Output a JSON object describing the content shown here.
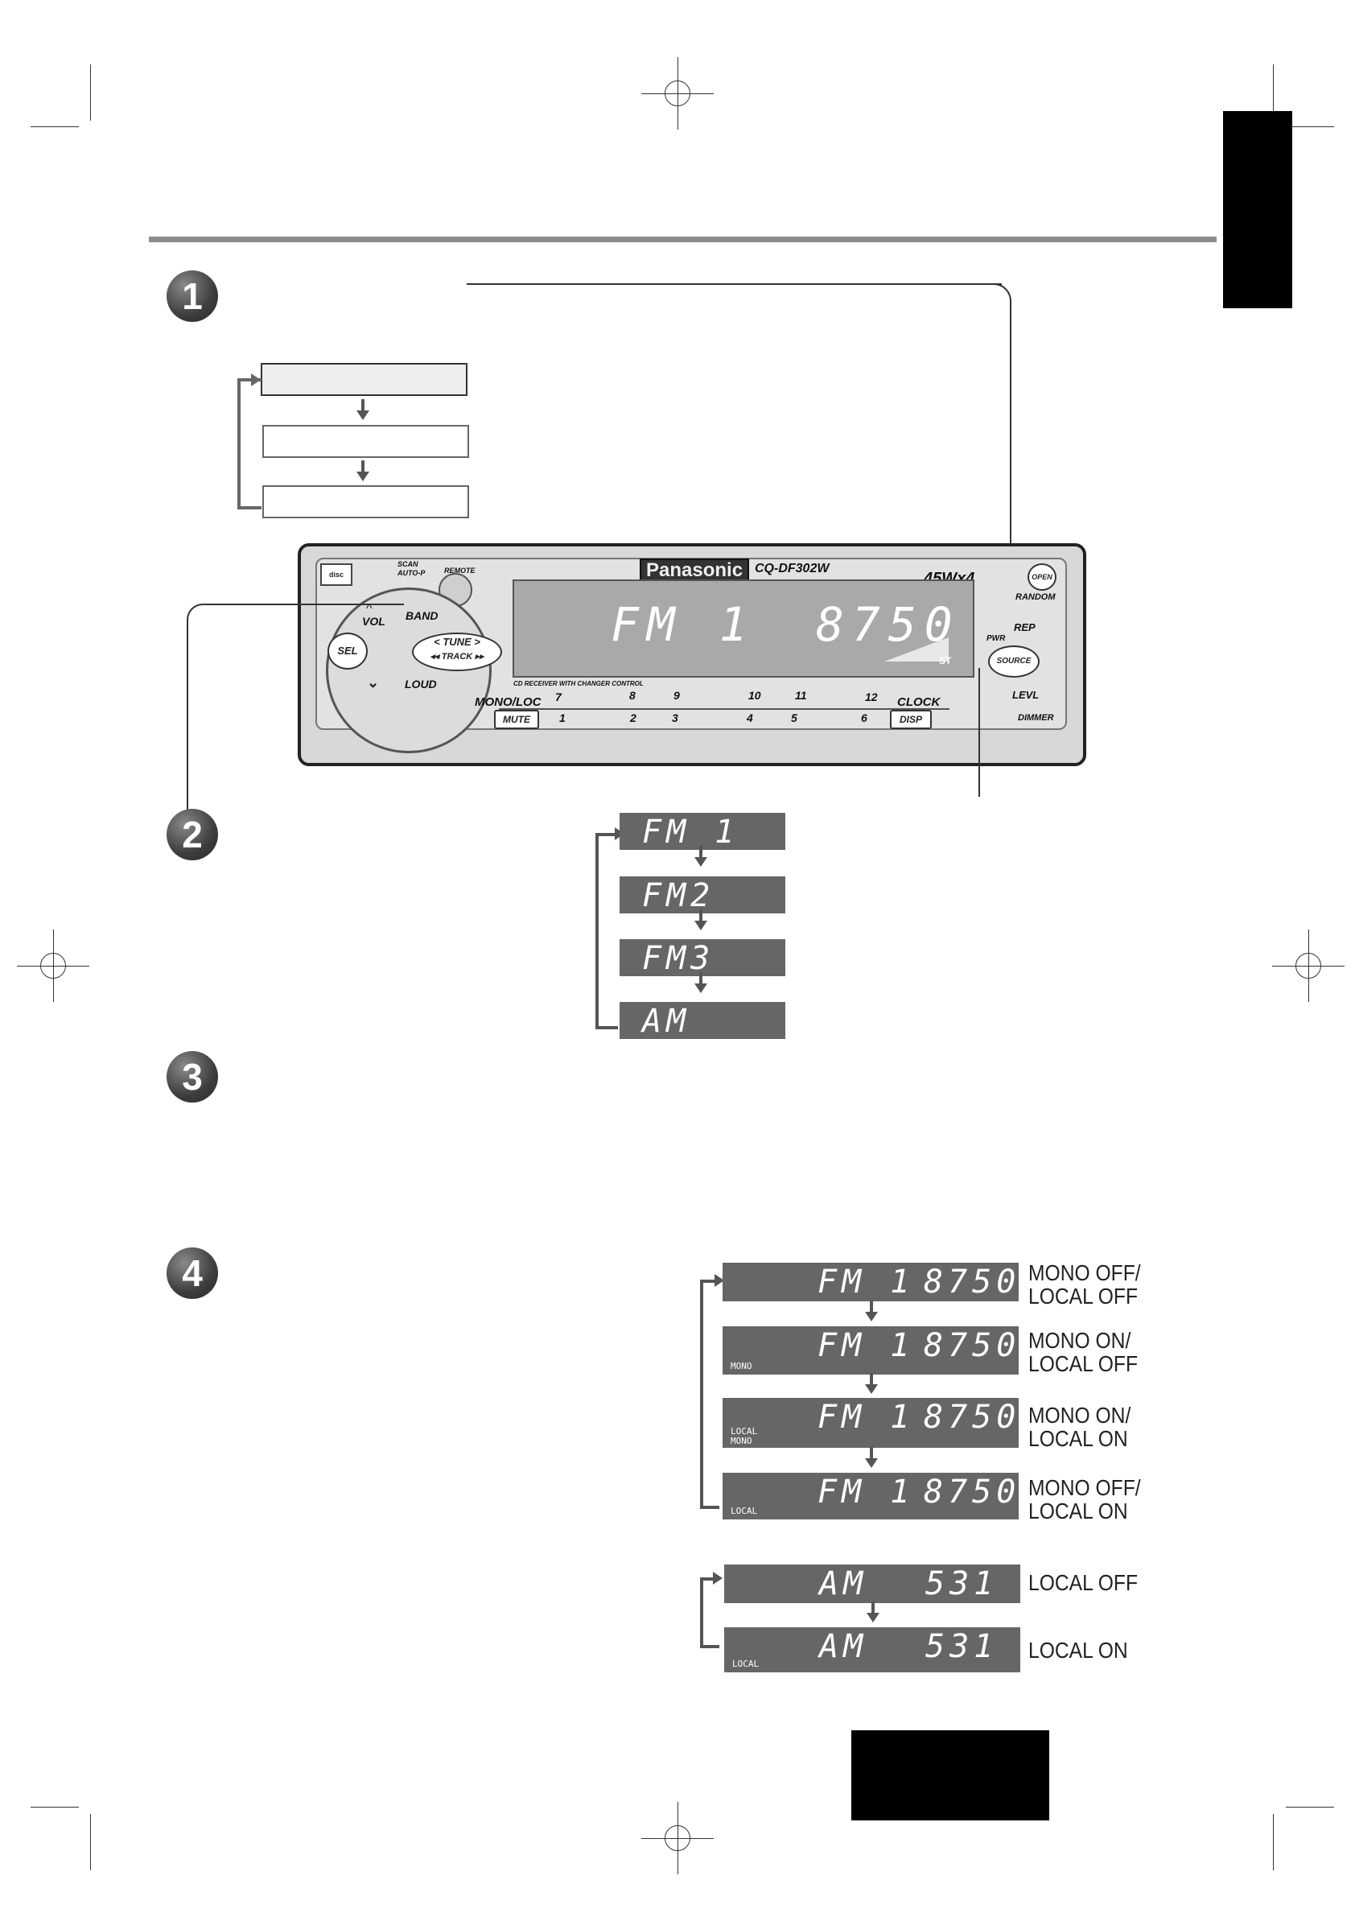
{
  "steps": {
    "one": "1",
    "two": "2",
    "three": "3",
    "four": "4"
  },
  "unit": {
    "brand": "Panasonic",
    "model": "CQ-DF302W",
    "power": "45Wx4",
    "display_band": "FM 1",
    "display_freq": "8750",
    "display_st": "ST",
    "buttons": {
      "scan": "SCAN",
      "autop": "AUTO-P",
      "remote": "REMOTE",
      "vol": "VOL",
      "band": "BAND",
      "sel": "SEL",
      "tune": "< TUNE >",
      "track": "◂◂ TRACK ▸▸",
      "loud": "LOUD",
      "open": "OPEN",
      "random": "RANDOM",
      "rep": "REP",
      "pwr": "PWR",
      "source": "SOURCE",
      "levl": "LEVL",
      "dimmer": "DIMMER",
      "mono_loc": "MONO/LOC",
      "mute": "MUTE",
      "clock": "CLOCK",
      "disp": "DISP",
      "caption": "CD RECEIVER WITH CHANGER CONTROL"
    },
    "presets_top": [
      "7",
      "8",
      "9",
      "10",
      "11",
      "12"
    ],
    "presets_bottom": [
      "1",
      "2",
      "3",
      "4",
      "5",
      "6"
    ]
  },
  "band_cycle": [
    "FM 1",
    "FM2",
    "FM3",
    "AM"
  ],
  "mono_local_fm": [
    {
      "band": "FM 1",
      "freq": "8750",
      "indicators": [],
      "label1": "MONO OFF/",
      "label2": "LOCAL OFF"
    },
    {
      "band": "FM 1",
      "freq": "8750",
      "indicators": [
        "MONO"
      ],
      "label1": "MONO ON/",
      "label2": "LOCAL OFF"
    },
    {
      "band": "FM 1",
      "freq": "8750",
      "indicators": [
        "LOCAL",
        "MONO"
      ],
      "label1": "MONO ON/",
      "label2": "LOCAL ON"
    },
    {
      "band": "FM 1",
      "freq": "8750",
      "indicators": [
        "LOCAL"
      ],
      "label1": "MONO OFF/",
      "label2": "LOCAL ON"
    }
  ],
  "local_am": [
    {
      "band": "AM",
      "freq": "531",
      "indicators": [],
      "label": "LOCAL OFF"
    },
    {
      "band": "AM",
      "freq": "531",
      "indicators": [
        "LOCAL"
      ],
      "label": "LOCAL ON"
    }
  ]
}
